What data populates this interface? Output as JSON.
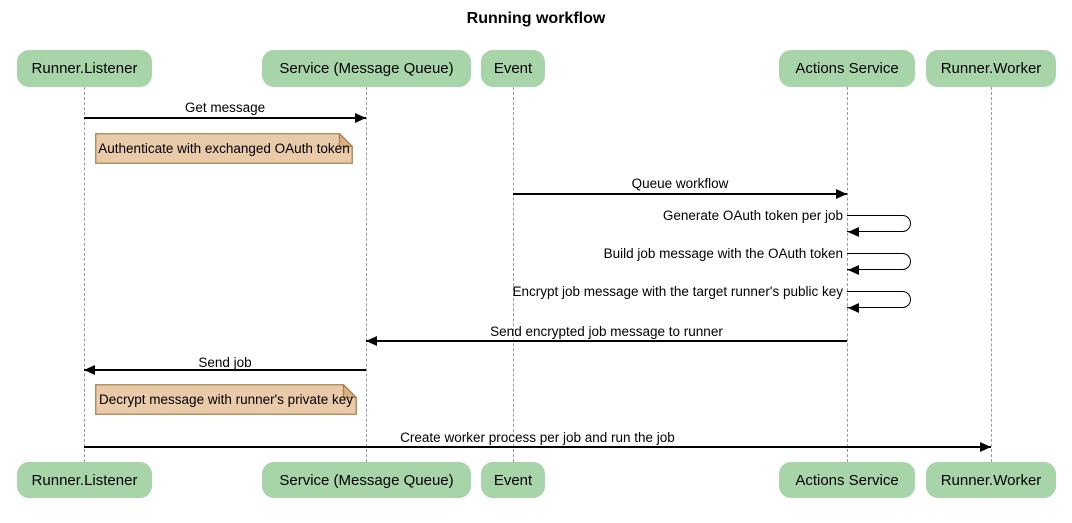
{
  "title": "Running workflow",
  "participants": [
    {
      "id": "runner-listener",
      "label": "Runner.Listener"
    },
    {
      "id": "service-message-queue",
      "label": "Service (Message Queue)"
    },
    {
      "id": "event",
      "label": "Event"
    },
    {
      "id": "actions-service",
      "label": "Actions Service"
    },
    {
      "id": "runner-worker",
      "label": "Runner.Worker"
    }
  ],
  "messages": [
    {
      "type": "arrow",
      "from": "Runner.Listener",
      "to": "Service (Message Queue)",
      "direction": "right",
      "label": "Get message"
    },
    {
      "type": "note",
      "over": "Runner.Listener",
      "label": "Authenticate with exchanged OAuth token"
    },
    {
      "type": "arrow",
      "from": "Event",
      "to": "Actions Service",
      "direction": "right",
      "label": "Queue workflow"
    },
    {
      "type": "self",
      "on": "Actions Service",
      "label": "Generate OAuth token per job"
    },
    {
      "type": "self",
      "on": "Actions Service",
      "label": "Build job message with the OAuth token"
    },
    {
      "type": "self",
      "on": "Actions Service",
      "label": "Encrypt job message with the target runner's public key"
    },
    {
      "type": "arrow",
      "from": "Actions Service",
      "to": "Service (Message Queue)",
      "direction": "left",
      "label": "Send encrypted job message to runner"
    },
    {
      "type": "arrow",
      "from": "Service (Message Queue)",
      "to": "Runner.Listener",
      "direction": "left",
      "label": "Send job"
    },
    {
      "type": "note",
      "over": "Runner.Listener",
      "label": "Decrypt message with runner's private key"
    },
    {
      "type": "arrow",
      "from": "Runner.Listener",
      "to": "Runner.Worker",
      "direction": "right",
      "label": "Create worker process per job and run the job"
    }
  ],
  "colors": {
    "participant_fill": "#a7d4a8",
    "note_fill": "#e9caa9",
    "note_fold": "#dbb183",
    "note_border": "#a9824f",
    "lifeline": "#9a9a9a",
    "arrow": "#000000",
    "background": "#ffffff"
  }
}
